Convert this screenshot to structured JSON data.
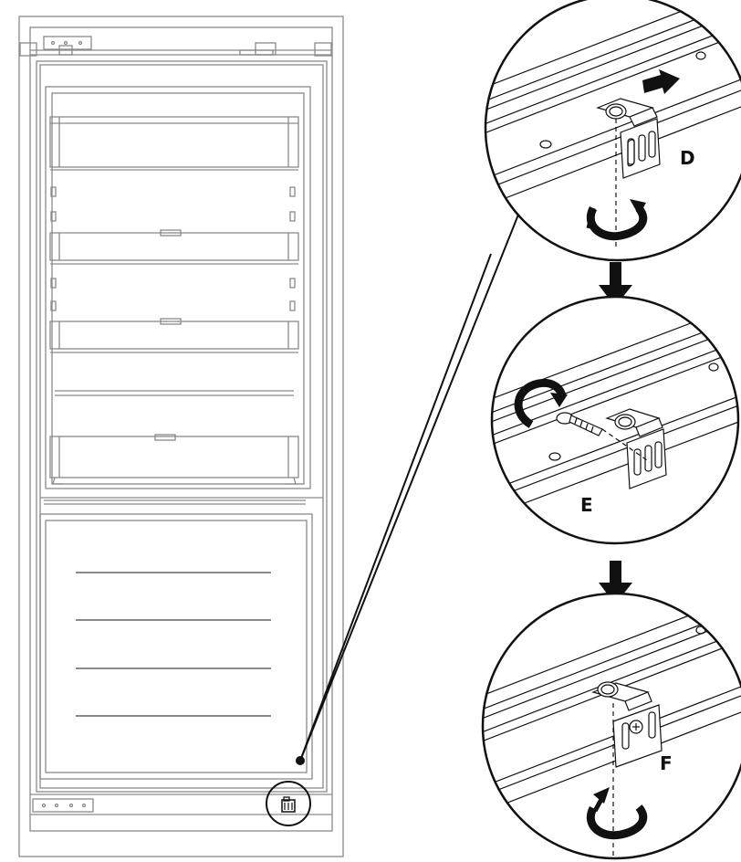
{
  "diagram": {
    "step_labels": {
      "d": "D",
      "e": "E",
      "f": "F"
    },
    "colors": {
      "line": "#111111",
      "light_line": "#8a8a8a",
      "background": "#ffffff"
    },
    "icons": {
      "rotate_d": "rotate-counterclockwise-icon",
      "rotate_e": "rotate-clockwise-icon",
      "rotate_f": "rotate-counterclockwise-icon",
      "push": "arrow-right-icon",
      "step_arrow": "arrow-down-icon"
    }
  }
}
